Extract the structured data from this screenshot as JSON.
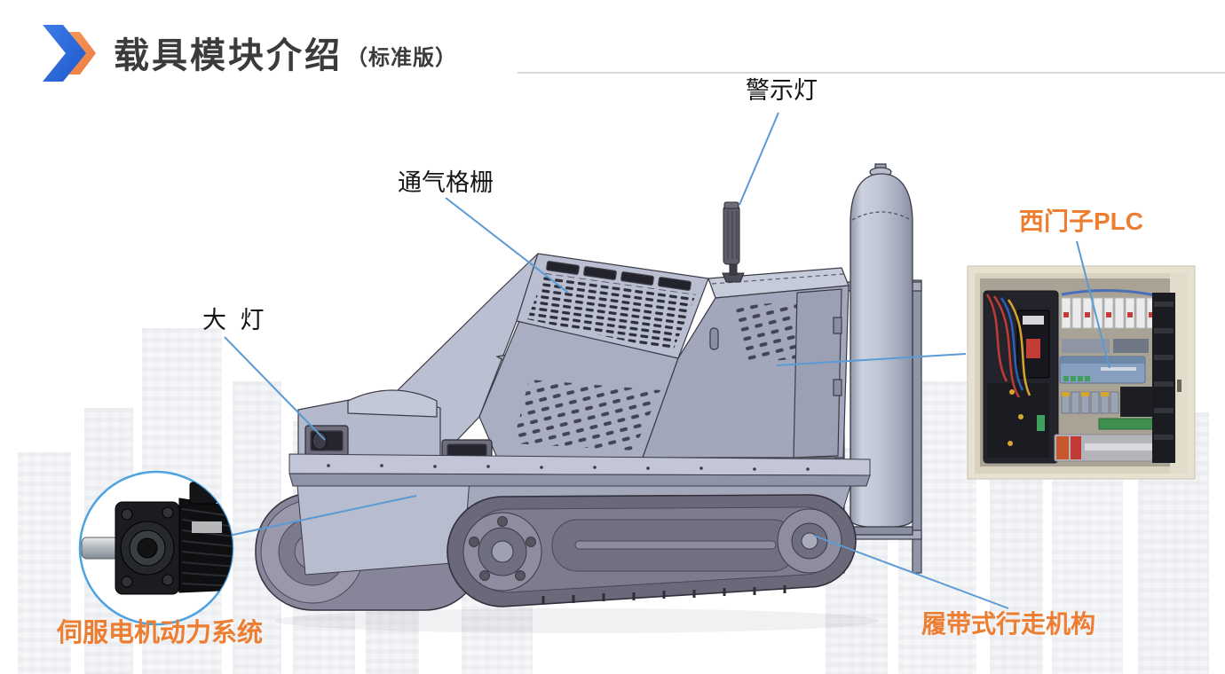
{
  "header": {
    "title": "载具模块介绍",
    "subtitle": "（标准版）"
  },
  "callouts": {
    "warning_light": "警示灯",
    "vent_grille": "通气格栅",
    "headlight": "大 灯",
    "siemens_plc": "西门子PLC",
    "servo_motor_system": "伺服电机动力系统",
    "track_drive": "履带式行走机构"
  },
  "colors": {
    "accent_orange": "#ED7D31",
    "leader_blue": "#5B9BD5",
    "photo_ring_blue": "#4DA3E0",
    "title_gray": "#3B3B3B",
    "chevron_blue": "#2E6BD8",
    "chevron_orange": "#F0854A",
    "divider_gray": "#D9D9D9"
  }
}
